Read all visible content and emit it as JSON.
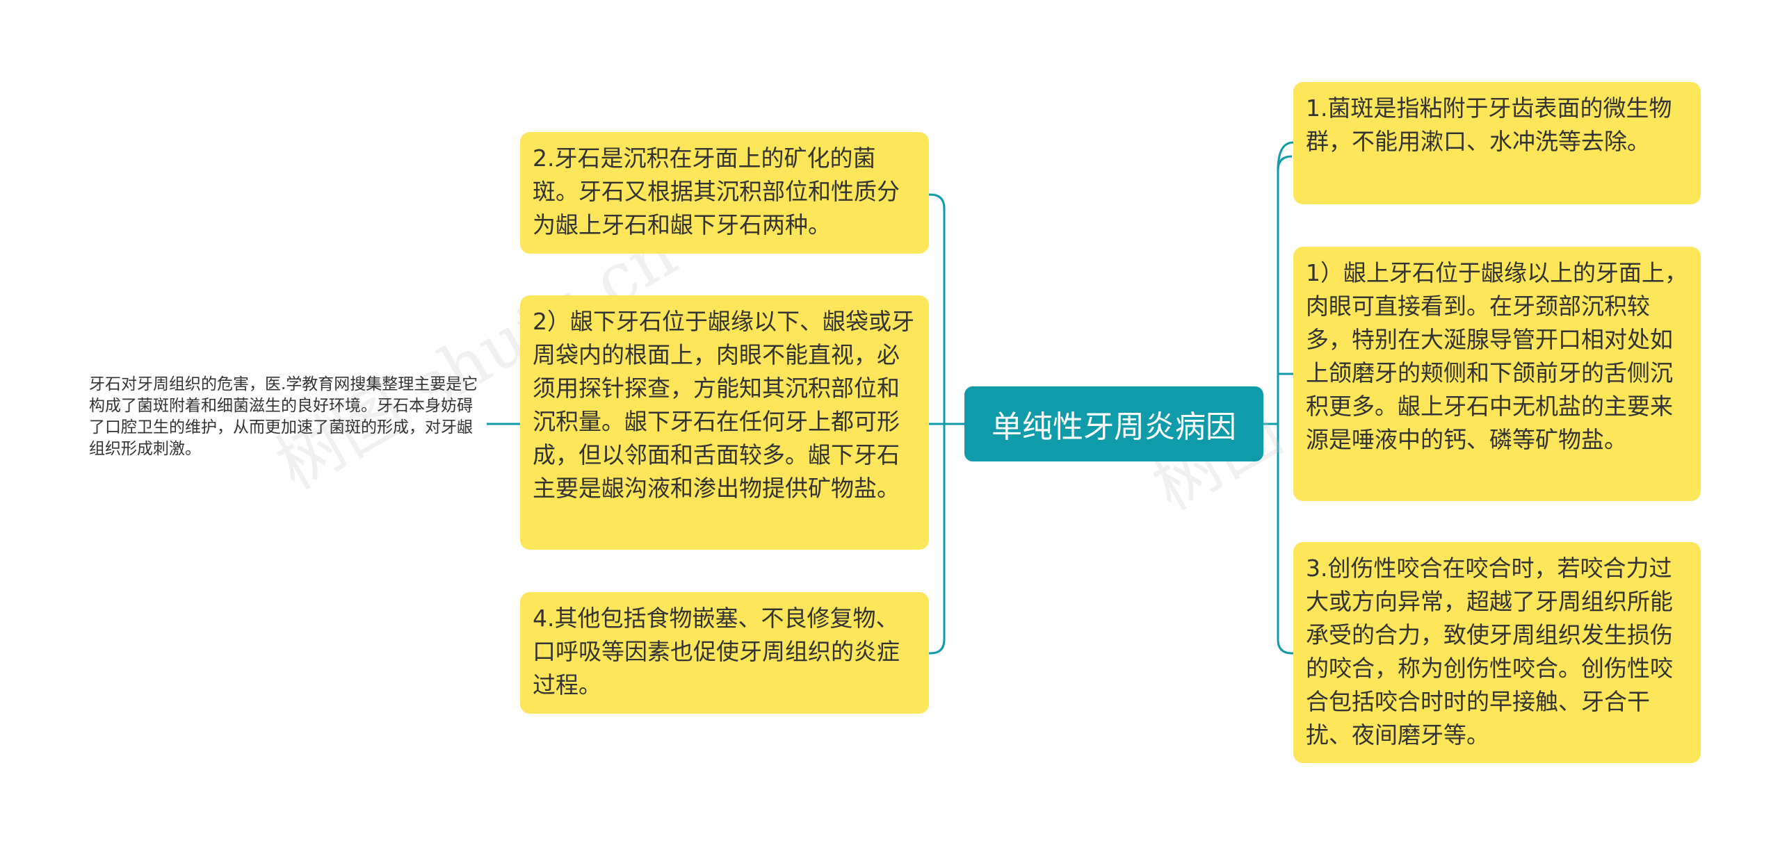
{
  "root": {
    "label": "单纯性牙周炎病因"
  },
  "left_nodes": [
    {
      "text": "2.牙石是沉积在牙面上的矿化的菌斑。牙石又根据其沉积部位和性质分为龈上牙石和龈下牙石两种。"
    },
    {
      "text": "2）龈下牙石位于龈缘以下、龈袋或牙周袋内的根面上，肉眼不能直视，必须用探针探查，方能知其沉积部位和沉积量。龈下牙石在任何牙上都可形成，但以邻面和舌面较多。龈下牙石主要是龈沟液和渗出物提供矿物盐。"
    },
    {
      "text": "4.其他包括食物嵌塞、不良修复物、口呼吸等因素也促使牙周组织的炎症过程。"
    }
  ],
  "left_leaf": {
    "text": "牙石对牙周组织的危害，医.学教育网搜集整理主要是它构成了菌斑附着和细菌滋生的良好环境。牙石本身妨碍了口腔卫生的维护，从而更加速了菌斑的形成，对牙龈组织形成刺激。"
  },
  "right_nodes": [
    {
      "text": "1.菌斑是指粘附于牙齿表面的微生物群，不能用漱口、水冲洗等去除。"
    },
    {
      "text": "1）龈上牙石位于龈缘以上的牙面上，肉眼可直接看到。在牙颈部沉积较多，特别在大涎腺导管开口相对处如上颌磨牙的颊侧和下颌前牙的舌侧沉积更多。龈上牙石中无机盐的主要来源是唾液中的钙、磷等矿物盐。"
    },
    {
      "text": "3.创伤性咬合在咬合时，若咬合力过大或方向异常，超越了牙周组织所能承受的合力，致使牙周组织发生损伤的咬合，称为创伤性咬合。创伤性咬合包括咬合时时的早接触、牙合干扰、夜间磨牙等。"
    }
  ],
  "watermarks": [
    "树图 shutu.cn",
    "树图 shutu.cn"
  ],
  "colors": {
    "connector": "#0f9ba9",
    "node_fill": "#fde65a",
    "root_fill": "#0f9ba9"
  }
}
